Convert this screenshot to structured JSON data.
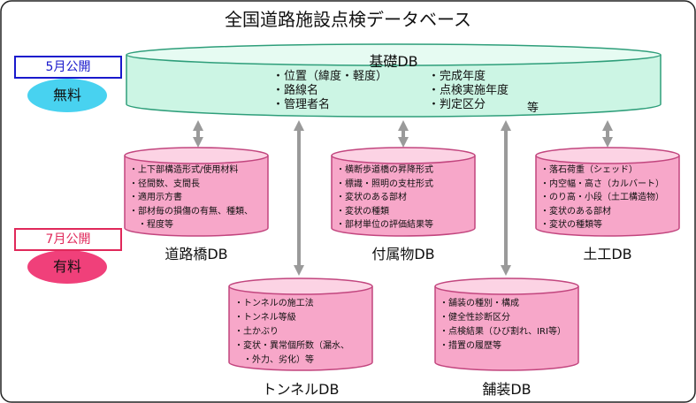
{
  "title": "全国道路施設点検データベース",
  "public_may": "5月公開",
  "free": "無料",
  "public_july": "7月公開",
  "paid": "有料",
  "foundation": {
    "name": "基礎DB",
    "left_items": [
      "位置（緯度・軽度）",
      "路線名",
      "管理者名"
    ],
    "right_items": [
      "完成年度",
      "点検実施年度",
      "判定区分"
    ],
    "etc": "等"
  },
  "bridge": {
    "name": "道路橋DB",
    "items": [
      "上下部構造形式/使用材料",
      "径間数、支間長",
      "適用示方書",
      "部材毎の損傷の有無、種類、",
      "程度等"
    ]
  },
  "accessory": {
    "name": "付属物DB",
    "items": [
      "横断歩道橋の昇降形式",
      "標識・照明の支柱形式",
      "変状のある部材",
      "変状の種類",
      "部材単位の評価結果等"
    ]
  },
  "earthwork": {
    "name": "土工DB",
    "items": [
      "落石荷重（シェッド）",
      "内空幅・高さ（カルバート）",
      "のり高・小段（土工構造物）",
      "変状のある部材",
      "変状の種類等"
    ]
  },
  "tunnel": {
    "name": "トンネルDB",
    "items": [
      "トンネルの施工法",
      "トンネル等級",
      "土かぶり",
      "変状・異常個所数（漏水、",
      "外力、劣化）等"
    ]
  },
  "pavement": {
    "name": "舗装DB",
    "items": [
      "舗装の種別・構成",
      "健全性診断区分",
      "点検結果（ひび割れ、IRI等）",
      "措置の履歴等"
    ]
  },
  "colors": {
    "foundation_fill": "#ccf5e4",
    "foundation_stroke": "#2e9e7a",
    "cylinder_fill": "#f7a7c9",
    "cylinder_top": "#fcd3e4",
    "cylinder_stroke": "#c2457e",
    "may_blue": "#1919cc",
    "free_fill": "#48d2f0",
    "july_red": "#e0285a",
    "paid_fill": "#f0407a",
    "arrow": "#9a9a9a"
  }
}
